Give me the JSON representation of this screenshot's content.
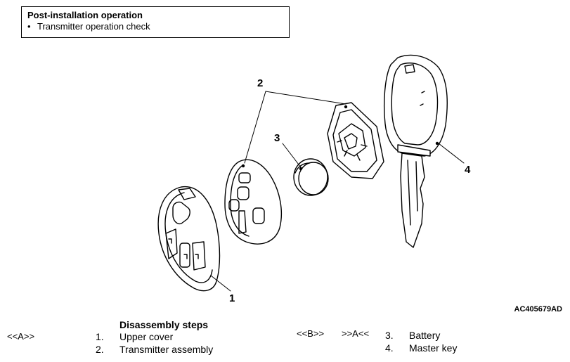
{
  "note": {
    "title": "Post-installation operation",
    "items": [
      "Transmitter operation check"
    ],
    "bullet": "•"
  },
  "callouts": [
    "1",
    "2",
    "3",
    "4"
  ],
  "figure_code": "AC405679AD",
  "steps": {
    "title": "Disassembly steps",
    "left_marks": [
      "<<A>>"
    ],
    "right_marks": [
      "<<B>>",
      ">>A<<"
    ],
    "items": [
      {
        "num": "1.",
        "label": "Upper cover"
      },
      {
        "num": "2.",
        "label": "Transmitter assembly"
      },
      {
        "num": "3.",
        "label": "Battery"
      },
      {
        "num": "4.",
        "label": "Master key"
      }
    ]
  }
}
